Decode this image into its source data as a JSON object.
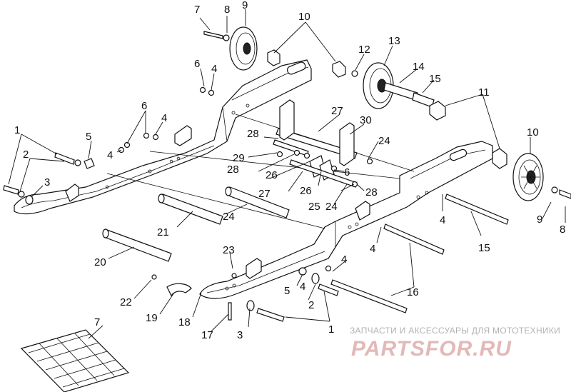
{
  "callouts": [
    {
      "id": "c1a",
      "text": "1"
    },
    {
      "id": "c1b",
      "text": "1"
    },
    {
      "id": "c2a",
      "text": "2"
    },
    {
      "id": "c2b",
      "text": "2"
    },
    {
      "id": "c3a",
      "text": "3"
    },
    {
      "id": "c3b",
      "text": "3"
    },
    {
      "id": "c4a",
      "text": "4"
    },
    {
      "id": "c4b",
      "text": "4"
    },
    {
      "id": "c4c",
      "text": "4"
    },
    {
      "id": "c4d",
      "text": "4"
    },
    {
      "id": "c4e",
      "text": "4"
    },
    {
      "id": "c4f",
      "text": "4"
    },
    {
      "id": "c4g",
      "text": "4"
    },
    {
      "id": "c5a",
      "text": "5"
    },
    {
      "id": "c5b",
      "text": "5"
    },
    {
      "id": "c6a",
      "text": "6"
    },
    {
      "id": "c6b",
      "text": "6"
    },
    {
      "id": "c6c",
      "text": "6"
    },
    {
      "id": "c7a",
      "text": "7"
    },
    {
      "id": "c7b",
      "text": "7"
    },
    {
      "id": "c8a",
      "text": "8"
    },
    {
      "id": "c8b",
      "text": "8"
    },
    {
      "id": "c9a",
      "text": "9"
    },
    {
      "id": "c9b",
      "text": "9"
    },
    {
      "id": "c10a",
      "text": "10"
    },
    {
      "id": "c10b",
      "text": "10"
    },
    {
      "id": "c11",
      "text": "11"
    },
    {
      "id": "c12",
      "text": "12"
    },
    {
      "id": "c13",
      "text": "13"
    },
    {
      "id": "c14",
      "text": "14"
    },
    {
      "id": "c15a",
      "text": "15"
    },
    {
      "id": "c15b",
      "text": "15"
    },
    {
      "id": "c16",
      "text": "16"
    },
    {
      "id": "c17",
      "text": "17"
    },
    {
      "id": "c18",
      "text": "18"
    },
    {
      "id": "c19",
      "text": "19"
    },
    {
      "id": "c20",
      "text": "20"
    },
    {
      "id": "c21",
      "text": "21"
    },
    {
      "id": "c22",
      "text": "22"
    },
    {
      "id": "c23",
      "text": "23"
    },
    {
      "id": "c24a",
      "text": "24"
    },
    {
      "id": "c24b",
      "text": "24"
    },
    {
      "id": "c24c",
      "text": "24"
    },
    {
      "id": "c25",
      "text": "25"
    },
    {
      "id": "c26a",
      "text": "26"
    },
    {
      "id": "c26b",
      "text": "26"
    },
    {
      "id": "c27a",
      "text": "27"
    },
    {
      "id": "c27b",
      "text": "27"
    },
    {
      "id": "c28a",
      "text": "28"
    },
    {
      "id": "c28b",
      "text": "28"
    },
    {
      "id": "c28c",
      "text": "28"
    },
    {
      "id": "c29",
      "text": "29"
    },
    {
      "id": "c30",
      "text": "30"
    }
  ],
  "watermark": {
    "tagline": "ЗАПЧАСТИ И АКСЕССУАРЫ ДЛЯ МОТОТЕХНИКИ",
    "logo_prefix": "PARTS",
    "logo_suffix": "FOR.RU",
    "brand_color": "#e3b8b8",
    "tagline_color": "#b3b3b3"
  }
}
